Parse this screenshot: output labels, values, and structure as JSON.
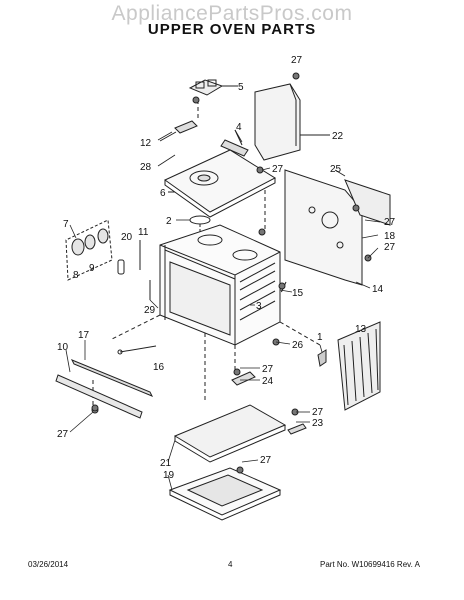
{
  "header": {
    "watermark": "AppliancePartsPros.com",
    "title": "UPPER OVEN PARTS"
  },
  "callouts": [
    "1",
    "2",
    "3",
    "4",
    "5",
    "6",
    "7",
    "8",
    "9",
    "10",
    "11",
    "12",
    "13",
    "14",
    "15",
    "16",
    "17",
    "18",
    "19",
    "20",
    "21",
    "22",
    "23",
    "24",
    "25",
    "26",
    "27",
    "28",
    "29"
  ],
  "footer": {
    "date": "03/26/2014",
    "page": "4",
    "part_number": "Part No. W10699416  Rev. A"
  }
}
